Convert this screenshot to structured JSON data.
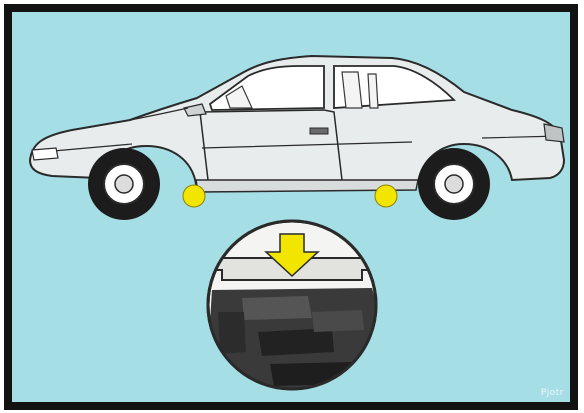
{
  "figure": {
    "subject": "car-side-view",
    "callout": "jack-lift-point-detail",
    "credit_text": "Pjotr"
  },
  "colors": {
    "background": "#a6dee6",
    "border": "#121212",
    "car_body": "#e9ecec",
    "outline": "#2a2a2a",
    "lift_point_marker": "#f2e600",
    "arrow": "#f2e600",
    "tire": "#1c1c1c",
    "detail_dark": "#3a3a3a"
  },
  "icons": {
    "lift_points": [
      "front-lift-point-marker-icon",
      "rear-lift-point-marker-icon"
    ],
    "arrow": "down-arrow-icon"
  }
}
